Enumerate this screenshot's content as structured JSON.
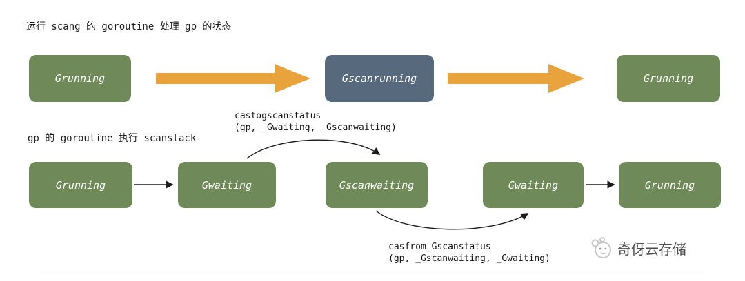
{
  "top_flow": {
    "caption": "运行 scang 的 goroutine 处理 gp 的状态",
    "nodes": [
      {
        "label": "Grunning",
        "color": "green"
      },
      {
        "label": "Gscanrunning",
        "color": "blue"
      },
      {
        "label": "Grunning",
        "color": "green"
      }
    ]
  },
  "bottom_flow": {
    "caption": "gp 的 goroutine 执行 scanstack",
    "nodes": [
      {
        "label": "Grunning"
      },
      {
        "label": "Gwaiting"
      },
      {
        "label": "Gscanwaiting"
      },
      {
        "label": "Gwaiting"
      },
      {
        "label": "Grunning"
      }
    ],
    "annotation_to_scan": {
      "line1": "castogscanstatus",
      "line2": "(gp, _Gwaiting, _Gscanwaiting)"
    },
    "annotation_from_scan": {
      "line1": "casfrom_Gscanstatus",
      "line2": "(gp, _Gscanwaiting, _Gwaiting)"
    }
  },
  "watermark": {
    "text": "奇伢云存储"
  },
  "colors": {
    "node_green": "#6f8a58",
    "node_blue": "#56697d",
    "arrow_orange": "#e8a33d",
    "arrow_thin": "#1c1c1c"
  }
}
